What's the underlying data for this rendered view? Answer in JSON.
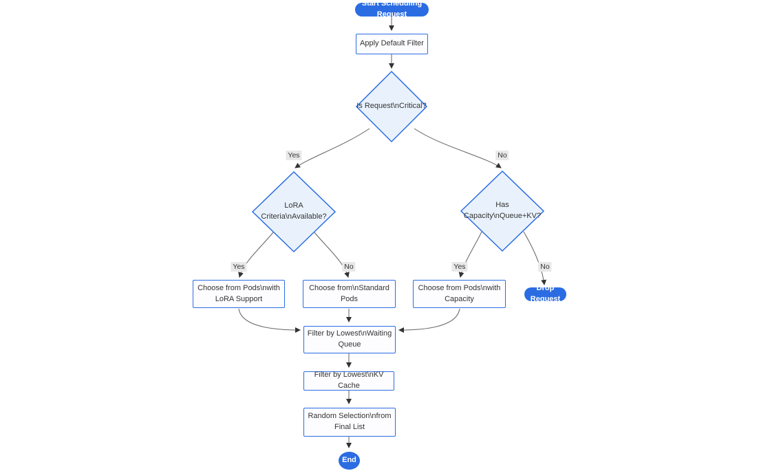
{
  "diagram": {
    "kind": "flowchart",
    "direction": "top-down",
    "nodes": {
      "start": {
        "label": "Start Scheduling Request",
        "shape": "pill"
      },
      "apply_default_filter": {
        "label": "Apply Default Filter",
        "shape": "rect"
      },
      "is_request_critical": {
        "label": "Is Request\\nCritical?",
        "shape": "diamond"
      },
      "lora_criteria_available": {
        "label": "LoRA Criteria\\nAvailable?",
        "shape": "diamond"
      },
      "has_capacity_queue_kv": {
        "label": "Has Capacity\\nQueue+KV?",
        "shape": "diamond"
      },
      "choose_pods_lora": {
        "label": "Choose from Pods\\nwith LoRA Support",
        "shape": "rect"
      },
      "choose_standard_pods": {
        "label": "Choose from\\nStandard Pods",
        "shape": "rect"
      },
      "choose_pods_capacity": {
        "label": "Choose from Pods\\nwith Capacity",
        "shape": "rect"
      },
      "drop_request": {
        "label": "Drop Request",
        "shape": "pill"
      },
      "filter_lowest_waiting_queue": {
        "label": "Filter by Lowest\\nWaiting Queue",
        "shape": "rect"
      },
      "filter_lowest_kv_cache": {
        "label": "Filter by Lowest\\nKV Cache",
        "shape": "rect"
      },
      "random_selection_final_list": {
        "label": "Random Selection\\nfrom Final List",
        "shape": "rect"
      },
      "end": {
        "label": "End",
        "shape": "pill"
      }
    },
    "edge_labels": {
      "critical_yes": "Yes",
      "critical_no": "No",
      "lora_yes": "Yes",
      "lora_no": "No",
      "capacity_yes": "Yes",
      "capacity_no": "No"
    },
    "edges": [
      {
        "from": "start",
        "to": "apply_default_filter",
        "label": ""
      },
      {
        "from": "apply_default_filter",
        "to": "is_request_critical",
        "label": ""
      },
      {
        "from": "is_request_critical",
        "to": "lora_criteria_available",
        "label": "Yes"
      },
      {
        "from": "is_request_critical",
        "to": "has_capacity_queue_kv",
        "label": "No"
      },
      {
        "from": "lora_criteria_available",
        "to": "choose_pods_lora",
        "label": "Yes"
      },
      {
        "from": "lora_criteria_available",
        "to": "choose_standard_pods",
        "label": "No"
      },
      {
        "from": "has_capacity_queue_kv",
        "to": "choose_pods_capacity",
        "label": "Yes"
      },
      {
        "from": "has_capacity_queue_kv",
        "to": "drop_request",
        "label": "No"
      },
      {
        "from": "choose_pods_lora",
        "to": "filter_lowest_waiting_queue",
        "label": ""
      },
      {
        "from": "choose_standard_pods",
        "to": "filter_lowest_waiting_queue",
        "label": ""
      },
      {
        "from": "choose_pods_capacity",
        "to": "filter_lowest_waiting_queue",
        "label": ""
      },
      {
        "from": "filter_lowest_waiting_queue",
        "to": "filter_lowest_kv_cache",
        "label": ""
      },
      {
        "from": "filter_lowest_kv_cache",
        "to": "random_selection_final_list",
        "label": ""
      },
      {
        "from": "random_selection_final_list",
        "to": "end",
        "label": ""
      }
    ],
    "colors": {
      "accent_blue": "#2b6ce2",
      "diamond_fill": "#e9f2fc",
      "rect_fill": "#fdfdff",
      "node_text": "#333333",
      "pill_text": "#ffffff",
      "edge_line": "#616161",
      "edge_label_bg": "#e8e8e8"
    }
  }
}
